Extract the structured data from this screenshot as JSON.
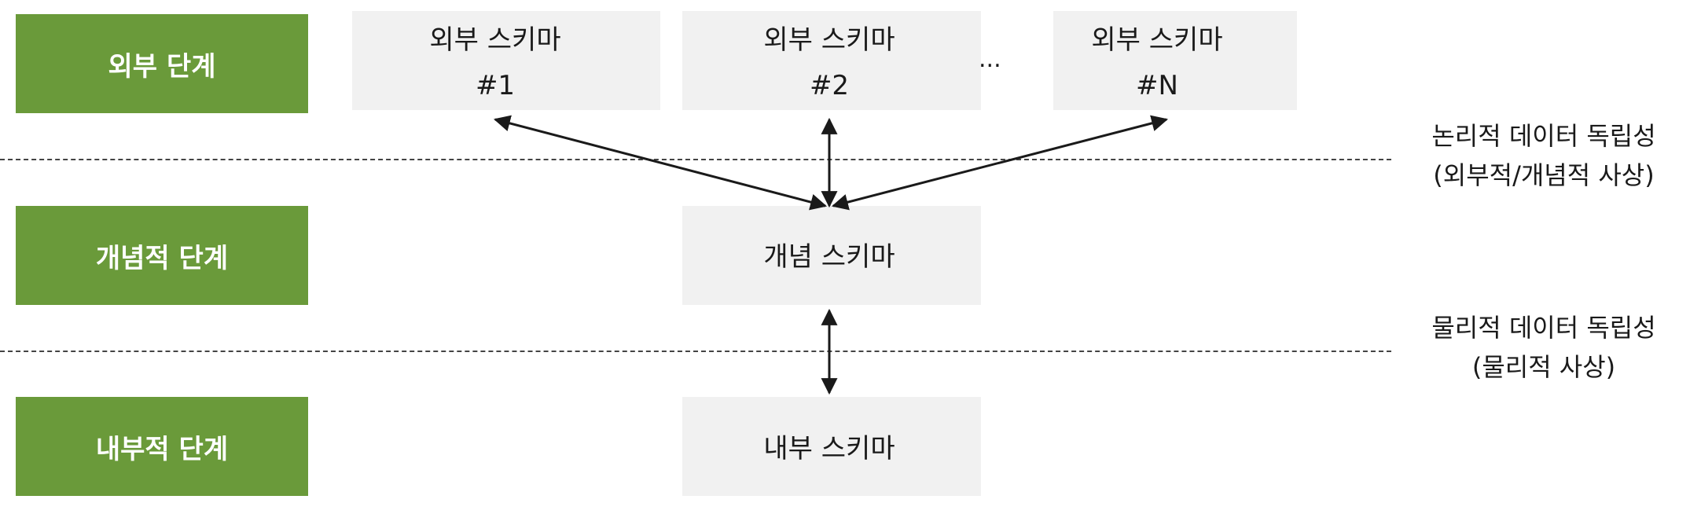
{
  "levels": {
    "external": "외부 단계",
    "conceptual": "개념적 단계",
    "internal": "내부적 단계"
  },
  "external_schemas": [
    {
      "name": "외부 스키마",
      "id": "#1"
    },
    {
      "name": "외부 스키마",
      "id": "#2"
    },
    {
      "name": "외부 스키마",
      "id": "#N"
    }
  ],
  "ellipsis": "...",
  "conceptual_schema": "개념 스키마",
  "internal_schema": "내부 스키마",
  "mappings": {
    "logical": {
      "title": "논리적 데이터 독립성",
      "subtitle": "(외부적/개념적 사상)"
    },
    "physical": {
      "title": "물리적 데이터 독립성",
      "subtitle": "(물리적 사상)"
    }
  },
  "colors": {
    "level_box": "#6a9a3a",
    "schema_box": "#f1f1f1",
    "arrow": "#1a1a1a"
  }
}
